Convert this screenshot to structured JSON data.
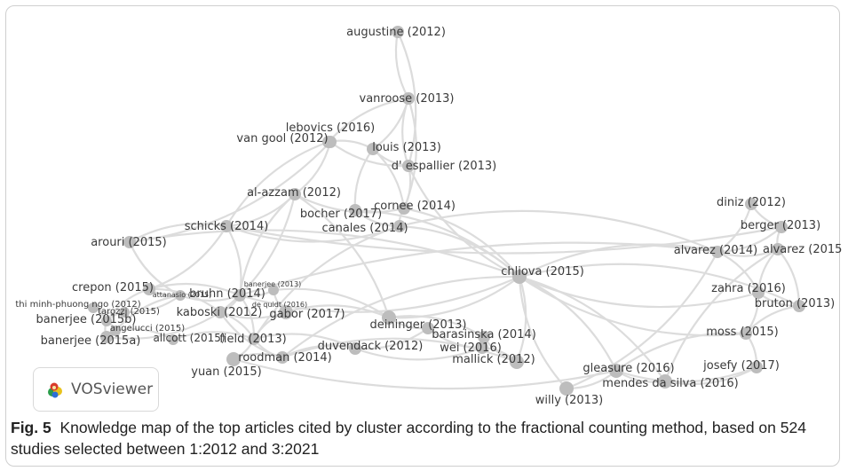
{
  "caption": {
    "label": "Fig. 5",
    "text": "Knowledge map of the top articles cited by cluster according to the fractional counting method, based on 524 studies selected between 1:2012 and 3:2021"
  },
  "badge": {
    "label": "VOSviewer",
    "icon": "vosviewer-logo-icon"
  },
  "colors": {
    "node": "#bdbdbd",
    "edge": "#dcdcdc",
    "label": "#3a3a3a"
  },
  "nodes": [
    {
      "id": "augustine-2012",
      "label": "augustine (2012)"
    },
    {
      "id": "vanroose-2013",
      "label": "vanroose (2013)"
    },
    {
      "id": "lebovics-2016",
      "label": "lebovics (2016)"
    },
    {
      "id": "van-gool-2012",
      "label": "van gool (2012)"
    },
    {
      "id": "louis-2013",
      "label": "louis (2013)"
    },
    {
      "id": "d-espallier-2013",
      "label": "d' espallier (2013)"
    },
    {
      "id": "al-azzam-2012",
      "label": "al-azzam (2012)"
    },
    {
      "id": "cornee-2014",
      "label": "cornee (2014)"
    },
    {
      "id": "bocher-2017",
      "label": "bocher (2017)"
    },
    {
      "id": "canales-2014",
      "label": "canales (2014)"
    },
    {
      "id": "schicks-2014",
      "label": "schicks (2014)"
    },
    {
      "id": "arouri-2015",
      "label": "arouri (2015)"
    },
    {
      "id": "crepon-2015",
      "label": "crepon (2015)"
    },
    {
      "id": "attanasio-2015",
      "label": "attanasio (2015)"
    },
    {
      "id": "bruhn-2014",
      "label": "bruhn (2014)"
    },
    {
      "id": "banerjee-2013",
      "label": "banerjee (2013)"
    },
    {
      "id": "thi-minh-phuong-ngo-2012",
      "label": "thi minh-phuong ngo (2012)"
    },
    {
      "id": "tarozzi-2015",
      "label": "tarozzi (2015)"
    },
    {
      "id": "banerjee-2015b",
      "label": "banerjee (2015b)"
    },
    {
      "id": "angelucci-2015",
      "label": "angelucci (2015)"
    },
    {
      "id": "banerjee-2015a",
      "label": "banerjee (2015a)"
    },
    {
      "id": "allcott-2015",
      "label": "allcott (2015)"
    },
    {
      "id": "kaboski-2012",
      "label": "kaboski (2012)"
    },
    {
      "id": "de-quidt-2016",
      "label": "de quidt (2016)"
    },
    {
      "id": "field-2013",
      "label": "field (2013)"
    },
    {
      "id": "gabor-2017",
      "label": "gabor (2017)"
    },
    {
      "id": "deininger-2013",
      "label": "deininger (2013)"
    },
    {
      "id": "duvendack-2012",
      "label": "duvendack (2012)"
    },
    {
      "id": "roodman-2014",
      "label": "roodman (2014)"
    },
    {
      "id": "yuan-2015",
      "label": "yuan (2015)"
    },
    {
      "id": "barasinska-2014",
      "label": "barasinska (2014)"
    },
    {
      "id": "wei-2016",
      "label": "wei (2016)"
    },
    {
      "id": "mallick-2012",
      "label": "mallick (2012)"
    },
    {
      "id": "chliova-2015",
      "label": "chliova (2015)"
    },
    {
      "id": "willy-2013",
      "label": "willy (2013)"
    },
    {
      "id": "gleasure-2016",
      "label": "gleasure (2016)"
    },
    {
      "id": "mendes-da-silva-2016",
      "label": "mendes da silva (2016)"
    },
    {
      "id": "diniz-2012",
      "label": "diniz (2012)"
    },
    {
      "id": "berger-2013",
      "label": "berger (2013)"
    },
    {
      "id": "alvarez-2014",
      "label": "alvarez (2014)"
    },
    {
      "id": "alvarez-2015",
      "label": "alvarez (2015"
    },
    {
      "id": "zahra-2016",
      "label": "zahra (2016)"
    },
    {
      "id": "bruton-2013",
      "label": "bruton (2013)"
    },
    {
      "id": "moss-2015",
      "label": "moss (2015)"
    },
    {
      "id": "josefy-2017",
      "label": "josefy (2017)"
    }
  ],
  "edges": [
    [
      "augustine-2012",
      "vanroose-2013"
    ],
    [
      "augustine-2012",
      "d-espallier-2013"
    ],
    [
      "vanroose-2013",
      "lebovics-2016"
    ],
    [
      "vanroose-2013",
      "louis-2013"
    ],
    [
      "vanroose-2013",
      "d-espallier-2013"
    ],
    [
      "vanroose-2013",
      "cornee-2014"
    ],
    [
      "lebovics-2016",
      "van-gool-2012"
    ],
    [
      "lebovics-2016",
      "louis-2013"
    ],
    [
      "lebovics-2016",
      "schicks-2014"
    ],
    [
      "van-gool-2012",
      "al-azzam-2012"
    ],
    [
      "van-gool-2012",
      "d-espallier-2013"
    ],
    [
      "van-gool-2012",
      "arouri-2015"
    ],
    [
      "louis-2013",
      "d-espallier-2013"
    ],
    [
      "louis-2013",
      "cornee-2014"
    ],
    [
      "louis-2013",
      "bocher-2017"
    ],
    [
      "d-espallier-2013",
      "cornee-2014"
    ],
    [
      "d-espallier-2013",
      "chliova-2015"
    ],
    [
      "al-azzam-2012",
      "schicks-2014"
    ],
    [
      "al-azzam-2012",
      "bruhn-2014"
    ],
    [
      "al-azzam-2012",
      "kaboski-2012"
    ],
    [
      "al-azzam-2012",
      "cornee-2014"
    ],
    [
      "al-azzam-2012",
      "gabor-2017"
    ],
    [
      "cornee-2014",
      "canales-2014"
    ],
    [
      "cornee-2014",
      "chliova-2015"
    ],
    [
      "bocher-2017",
      "canales-2014"
    ],
    [
      "bocher-2017",
      "chliova-2015"
    ],
    [
      "canales-2014",
      "field-2013"
    ],
    [
      "canales-2014",
      "chliova-2015"
    ],
    [
      "schicks-2014",
      "arouri-2015"
    ],
    [
      "schicks-2014",
      "crepon-2015"
    ],
    [
      "schicks-2014",
      "canales-2014"
    ],
    [
      "schicks-2014",
      "bruhn-2014"
    ],
    [
      "arouri-2015",
      "attanasio-2015"
    ],
    [
      "arouri-2015",
      "chliova-2015"
    ],
    [
      "crepon-2015",
      "attanasio-2015"
    ],
    [
      "crepon-2015",
      "bruhn-2014"
    ],
    [
      "crepon-2015",
      "banerjee-2015b"
    ],
    [
      "crepon-2015",
      "kaboski-2012"
    ],
    [
      "attanasio-2015",
      "bruhn-2014"
    ],
    [
      "attanasio-2015",
      "tarozzi-2015"
    ],
    [
      "attanasio-2015",
      "angelucci-2015"
    ],
    [
      "bruhn-2014",
      "kaboski-2012"
    ],
    [
      "bruhn-2014",
      "banerjee-2013"
    ],
    [
      "bruhn-2014",
      "field-2013"
    ],
    [
      "bruhn-2014",
      "chliova-2015"
    ],
    [
      "bruhn-2014",
      "alvarez-2014"
    ],
    [
      "banerjee-2013",
      "de-quidt-2016"
    ],
    [
      "banerjee-2013",
      "gabor-2017"
    ],
    [
      "thi-minh-phuong-ngo-2012",
      "tarozzi-2015"
    ],
    [
      "thi-minh-phuong-ngo-2012",
      "banerjee-2015b"
    ],
    [
      "tarozzi-2015",
      "banerjee-2015b"
    ],
    [
      "banerjee-2015b",
      "angelucci-2015"
    ],
    [
      "banerjee-2015b",
      "banerjee-2015a"
    ],
    [
      "angelucci-2015",
      "allcott-2015"
    ],
    [
      "banerjee-2015a",
      "kaboski-2012"
    ],
    [
      "allcott-2015",
      "field-2013"
    ],
    [
      "kaboski-2012",
      "de-quidt-2016"
    ],
    [
      "kaboski-2012",
      "field-2013"
    ],
    [
      "kaboski-2012",
      "roodman-2014"
    ],
    [
      "de-quidt-2016",
      "gabor-2017"
    ],
    [
      "de-quidt-2016",
      "field-2013"
    ],
    [
      "field-2013",
      "yuan-2015"
    ],
    [
      "field-2013",
      "roodman-2014"
    ],
    [
      "field-2013",
      "duvendack-2012"
    ],
    [
      "gabor-2017",
      "deininger-2013"
    ],
    [
      "gabor-2017",
      "barasinska-2014"
    ],
    [
      "gabor-2017",
      "chliova-2015"
    ],
    [
      "deininger-2013",
      "duvendack-2012"
    ],
    [
      "deininger-2013",
      "wei-2016"
    ],
    [
      "roodman-2014",
      "duvendack-2012"
    ],
    [
      "roodman-2014",
      "yuan-2015"
    ],
    [
      "roodman-2014",
      "chliova-2015"
    ],
    [
      "duvendack-2012",
      "wei-2016"
    ],
    [
      "barasinska-2014",
      "wei-2016"
    ],
    [
      "barasinska-2014",
      "mallick-2012"
    ],
    [
      "wei-2016",
      "mallick-2012"
    ],
    [
      "mallick-2012",
      "chliova-2015"
    ],
    [
      "chliova-2015",
      "alvarez-2014"
    ],
    [
      "chliova-2015",
      "zahra-2016"
    ],
    [
      "chliova-2015",
      "gleasure-2016"
    ],
    [
      "chliova-2015",
      "willy-2013"
    ],
    [
      "chliova-2015",
      "mendes-da-silva-2016"
    ],
    [
      "chliova-2015",
      "moss-2015"
    ],
    [
      "chliova-2015",
      "bruton-2013"
    ],
    [
      "gleasure-2016",
      "mendes-da-silva-2016"
    ],
    [
      "gleasure-2016",
      "moss-2015"
    ],
    [
      "gleasure-2016",
      "josefy-2017"
    ],
    [
      "gleasure-2016",
      "willy-2013"
    ],
    [
      "mendes-da-silva-2016",
      "josefy-2017"
    ],
    [
      "mendes-da-silva-2016",
      "alvarez-2015"
    ],
    [
      "diniz-2012",
      "berger-2013"
    ],
    [
      "diniz-2012",
      "alvarez-2014"
    ],
    [
      "berger-2013",
      "alvarez-2015"
    ],
    [
      "berger-2013",
      "alvarez-2014"
    ],
    [
      "alvarez-2014",
      "alvarez-2015"
    ],
    [
      "alvarez-2014",
      "zahra-2016"
    ],
    [
      "alvarez-2015",
      "zahra-2016"
    ],
    [
      "alvarez-2015",
      "bruton-2013"
    ],
    [
      "zahra-2016",
      "bruton-2013"
    ],
    [
      "zahra-2016",
      "moss-2015"
    ],
    [
      "bruton-2013",
      "moss-2015"
    ],
    [
      "moss-2015",
      "josefy-2017"
    ],
    [
      "schicks-2014",
      "berger-2013"
    ],
    [
      "canales-2014",
      "alvarez-2014"
    ],
    [
      "yuan-2015",
      "gleasure-2016"
    ],
    [
      "roodman-2014",
      "mallick-2012"
    ],
    [
      "willy-2013",
      "alvarez-2014"
    ]
  ]
}
